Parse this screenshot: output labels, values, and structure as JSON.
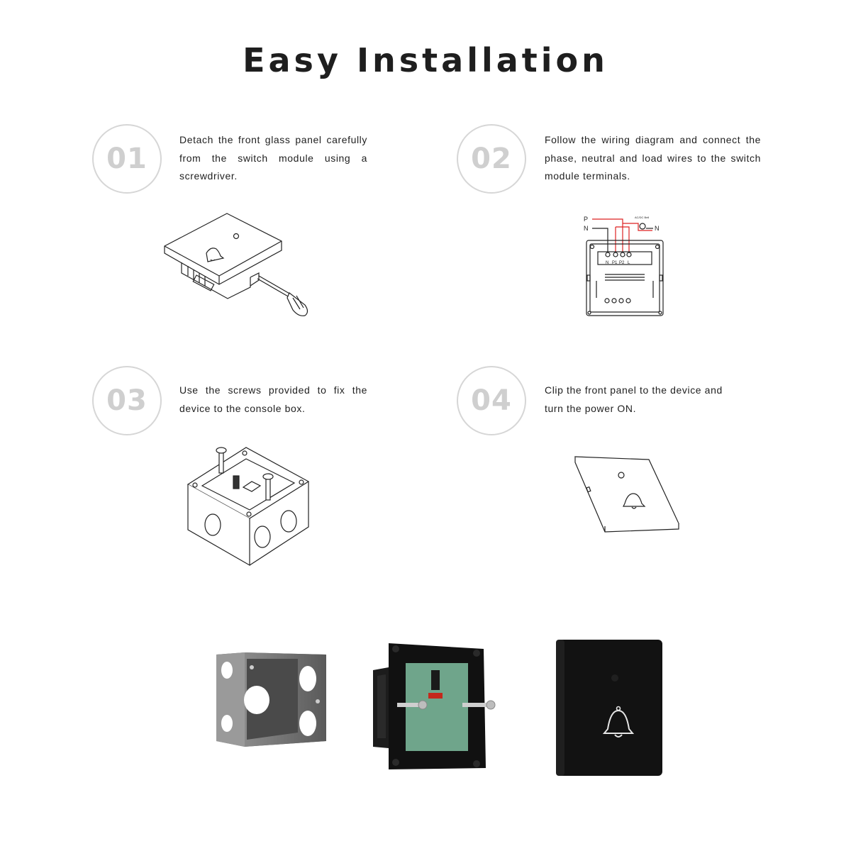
{
  "title": "Easy Installation",
  "steps": [
    {
      "number": "01",
      "text": "Detach the front glass panel carefully from the switch module using a screwdriver."
    },
    {
      "number": "02",
      "text": "Follow the wiring diagram and connect the phase, neutral and load wires to the switch module terminals."
    },
    {
      "number": "03",
      "text": "Use the screws provided to fix the device to the console box."
    },
    {
      "number": "04",
      "text": "Clip the front panel to the device  and turn the power ON."
    }
  ],
  "wiring": {
    "phase": "P",
    "neutral": "N",
    "bell_label": "AC/DC Bell",
    "neutral_out": "N",
    "terminals": [
      "N",
      "P1",
      "P2",
      "L"
    ]
  }
}
